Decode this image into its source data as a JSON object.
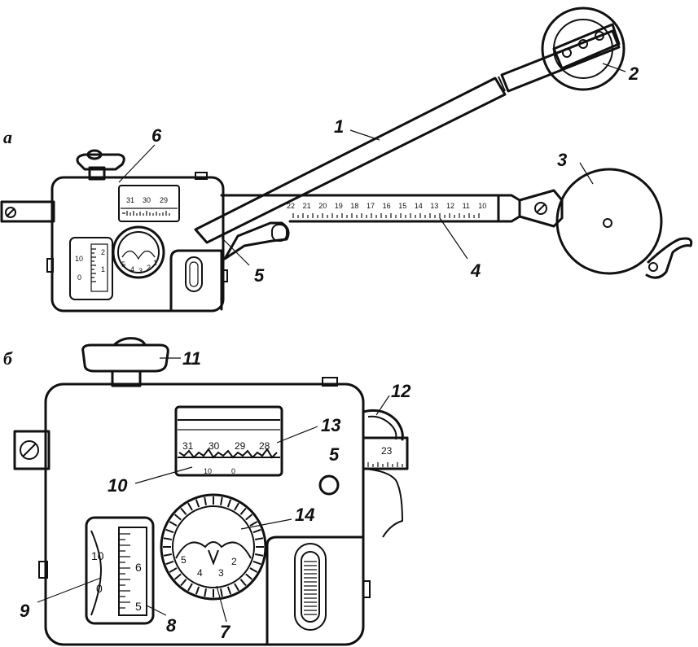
{
  "panels": {
    "a": {
      "label": "а"
    },
    "b": {
      "label": "б"
    }
  },
  "callouts_a": [
    "1",
    "2",
    "3",
    "4",
    "5",
    "6"
  ],
  "callouts_b": [
    "11",
    "12",
    "13",
    "5",
    "10",
    "14",
    "9",
    "8",
    "7"
  ],
  "arm_scale_a": [
    "22",
    "21",
    "20",
    "19",
    "18",
    "17",
    "16",
    "15",
    "14",
    "13",
    "12",
    "11",
    "10"
  ],
  "small_window_a": {
    "top": [
      "31",
      "30",
      "29"
    ]
  },
  "small_level_a": {
    "left": [
      "10",
      "0"
    ],
    "right": [
      "2",
      "1"
    ]
  },
  "small_dial_a": [
    "5",
    "4",
    "3",
    "2",
    "1"
  ],
  "window_b": {
    "top": [
      "31",
      "30",
      "29",
      "28"
    ],
    "bottom": [
      "10",
      "0"
    ]
  },
  "arm_stub_b": "23",
  "level_b": {
    "left": [
      "10",
      "0"
    ],
    "right": [
      "6",
      "5"
    ]
  },
  "dial_b": [
    "5",
    "4",
    "3",
    "2"
  ]
}
